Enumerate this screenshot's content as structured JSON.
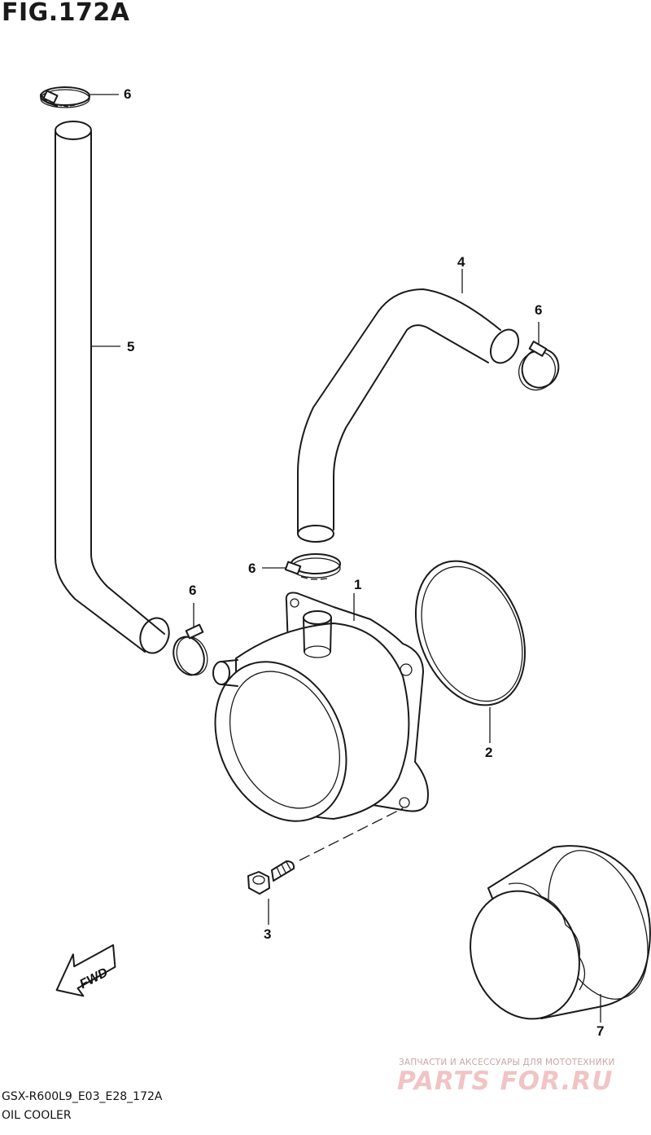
{
  "figure": {
    "title": "FIG.172A",
    "code": "GSX-R600L9_E03_E28_172A",
    "name": "OIL COOLER"
  },
  "callouts": {
    "c1": "1",
    "c2": "2",
    "c3": "3",
    "c4": "4",
    "c5": "5",
    "c6a": "6",
    "c6b": "6",
    "c6c": "6",
    "c6d": "6",
    "c7": "7"
  },
  "fwd_label": "FWD",
  "watermark": {
    "tagline": "ЗАПЧАСТИ И АКСЕССУАРЫ ДЛЯ МОТОТЕХНИКИ",
    "brand": "PARTS FOR.RU"
  }
}
